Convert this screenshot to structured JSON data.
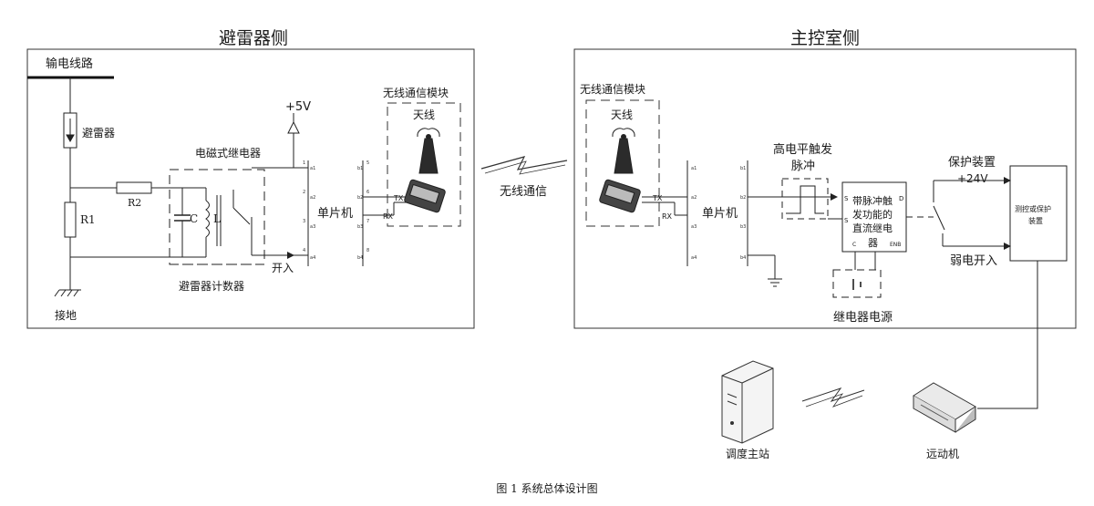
{
  "headings": {
    "left": "避雷器侧",
    "right": "主控室侧"
  },
  "labels": {
    "line": "输电线路",
    "arrester": "避雷器",
    "r1": "R1",
    "r2": "R2",
    "c": "C",
    "l": "L",
    "relay": "电磁式继电器",
    "plus5v": "+5V",
    "switch_in": "开入",
    "counter": "避雷器计数器",
    "ground": "接地",
    "mcu_left": "单片机",
    "mcu_right": "单片机",
    "wifi_left": "无线通信模块",
    "wifi_right": "无线通信模块",
    "antenna_left": "天线",
    "antenna_right": "天线",
    "tx": "TX",
    "rx": "RX",
    "wireless": "无线通信",
    "pulse_line1": "高电平触发",
    "pulse_line2": "脉冲",
    "dc_relay_1": "带脉冲触",
    "dc_relay_2": "发功能的",
    "dc_relay_3": "直流继电",
    "dc_relay_4": "器",
    "s1": "S",
    "s2": "S",
    "d": "D",
    "c1": "C",
    "enb": "ENB",
    "relay_power": "继电器电源",
    "protect": "保护装置",
    "plus24v": "+24V",
    "weak_in": "弱电开入",
    "monitor_1": "测控或保护",
    "monitor_2": "装置",
    "dispatch": "调度主站",
    "rtu": "远动机",
    "caption": "图 1 系统总体设计图"
  }
}
